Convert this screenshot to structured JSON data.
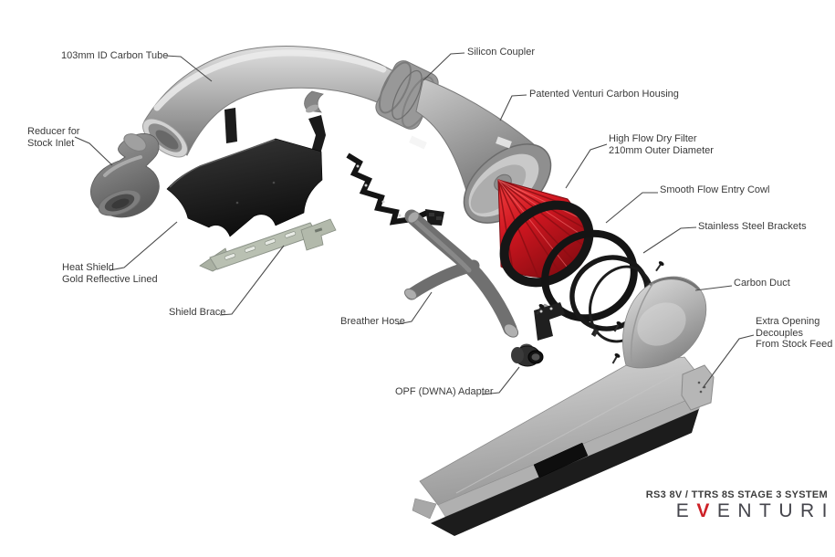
{
  "colors": {
    "background": "#ffffff",
    "label_text": "#3a3a3a",
    "leader_line": "#4a4a4a",
    "filter_red": "#cf1620",
    "brand_gray": "#45454c",
    "brand_accent_red": "#cd2127"
  },
  "labels": {
    "carbon_tube": {
      "line1": "103mm ID Carbon Tube"
    },
    "silicon_coupler": {
      "line1": "Silicon Coupler"
    },
    "venturi_housing": {
      "line1": "Patented Venturi Carbon Housing"
    },
    "reducer": {
      "line1": "Reducer for",
      "line2": "Stock Inlet"
    },
    "dry_filter": {
      "line1": "High Flow Dry Filter",
      "line2": "210mm Outer Diameter"
    },
    "entry_cowl": {
      "line1": "Smooth Flow Entry Cowl"
    },
    "brackets": {
      "line1": "Stainless Steel Brackets"
    },
    "carbon_duct": {
      "line1": "Carbon Duct"
    },
    "extra_opening": {
      "line1": "Extra Opening",
      "line2": "Decouples",
      "line3": "From Stock Feed"
    },
    "heat_shield": {
      "line1": "Heat Shield",
      "line2": "Gold Reflective Lined"
    },
    "shield_brace": {
      "line1": "Shield Brace"
    },
    "breather_hose": {
      "line1": "Breather Hose"
    },
    "opf_adapter": {
      "line1": "OPF (DWNA) Adapter"
    }
  },
  "footer": {
    "system_title": "RS3 8V / TTRS 8S STAGE 3 SYSTEM",
    "brand_prefix": "E",
    "brand_accent": "V",
    "brand_suffix": "ENTURI"
  }
}
